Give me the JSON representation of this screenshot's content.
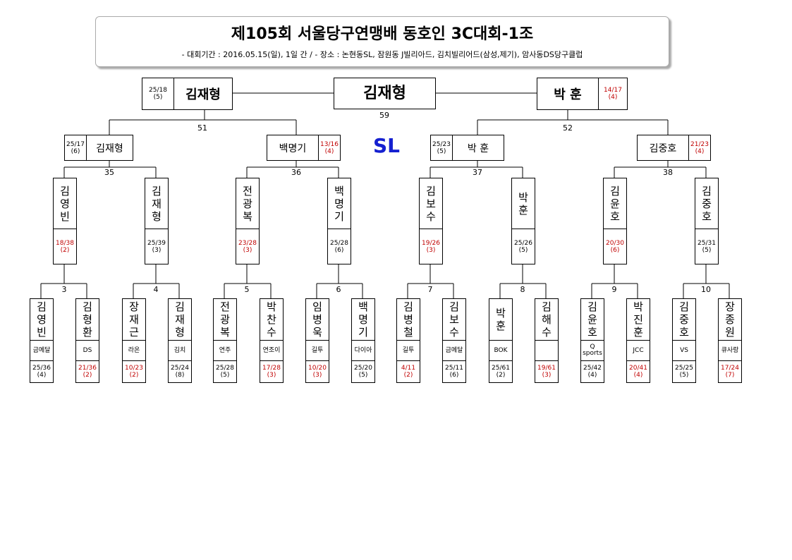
{
  "header": {
    "title": "제105회 서울당구연맹배 동호인 3C대회-1조",
    "subtitle": "- 대회기간 : 2016.05.15(일), 1일 간 / - 장소 : 논현동SL, 잠원동 J빌리아드, 김치빌리어드(삼성,제기), 암사동DS당구클럽"
  },
  "venue_label": "SL",
  "champion": {
    "name": "김재형",
    "match": "59"
  },
  "final": [
    {
      "name": "김재형",
      "score": "25/18",
      "inn": "(5)",
      "win": true
    },
    {
      "name": "박 훈",
      "score": "14/17",
      "inn": "(4)",
      "win": false
    }
  ],
  "semis": [
    {
      "match": "51",
      "players": [
        {
          "name": "김재형",
          "score": "25/17",
          "inn": "(6)",
          "win": true
        },
        {
          "name": "백명기",
          "score": "13/16",
          "inn": "(4)",
          "win": false
        }
      ]
    },
    {
      "match": "52",
      "players": [
        {
          "name": "박 훈",
          "score": "25/23",
          "inn": "(5)",
          "win": true
        },
        {
          "name": "김중호",
          "score": "21/23",
          "inn": "(4)",
          "win": false
        }
      ]
    }
  ],
  "quarters": [
    {
      "match": "35",
      "players": [
        {
          "name": "김영빈",
          "score": "18/38",
          "inn": "(2)",
          "win": false
        },
        {
          "name": "김재형",
          "score": "25/39",
          "inn": "(3)",
          "win": true
        }
      ]
    },
    {
      "match": "36",
      "players": [
        {
          "name": "전광복",
          "score": "23/28",
          "inn": "(3)",
          "win": false
        },
        {
          "name": "백명기",
          "score": "25/28",
          "inn": "(6)",
          "win": true
        }
      ]
    },
    {
      "match": "37",
      "players": [
        {
          "name": "김보수",
          "score": "19/26",
          "inn": "(3)",
          "win": false
        },
        {
          "name": "박 훈",
          "score": "25/26",
          "inn": "(5)",
          "win": true
        }
      ]
    },
    {
      "match": "38",
      "players": [
        {
          "name": "김윤호",
          "score": "20/30",
          "inn": "(6)",
          "win": false
        },
        {
          "name": "김중호",
          "score": "25/31",
          "inn": "(5)",
          "win": true
        }
      ]
    }
  ],
  "round1": [
    {
      "match": "3",
      "players": [
        {
          "name": "김영빈",
          "club": "금메달",
          "score": "25/36",
          "inn": "(4)",
          "win": true
        },
        {
          "name": "김형환",
          "club": "DS",
          "score": "21/36",
          "inn": "(2)",
          "win": false
        }
      ]
    },
    {
      "match": "4",
      "players": [
        {
          "name": "장재근",
          "club": "라온",
          "score": "10/23",
          "inn": "(2)",
          "win": false
        },
        {
          "name": "김재형",
          "club": "김치",
          "score": "25/24",
          "inn": "(8)",
          "win": true
        }
      ]
    },
    {
      "match": "5",
      "players": [
        {
          "name": "전광복",
          "club": "연주",
          "score": "25/28",
          "inn": "(5)",
          "win": true
        },
        {
          "name": "박찬수",
          "club": "연조이",
          "score": "17/28",
          "inn": "(3)",
          "win": false
        }
      ]
    },
    {
      "match": "6",
      "players": [
        {
          "name": "임병욱",
          "club": "길투",
          "score": "10/20",
          "inn": "(3)",
          "win": false
        },
        {
          "name": "백명기",
          "club": "다이아",
          "score": "25/20",
          "inn": "(5)",
          "win": true
        }
      ]
    },
    {
      "match": "7",
      "players": [
        {
          "name": "김병철",
          "club": "길투",
          "score": "4/11",
          "inn": "(2)",
          "win": false
        },
        {
          "name": "김보수",
          "club": "금메달",
          "score": "25/11",
          "inn": "(6)",
          "win": true
        }
      ]
    },
    {
      "match": "8",
      "players": [
        {
          "name": "박 훈",
          "club": "BOK",
          "score": "25/61",
          "inn": "(2)",
          "win": true
        },
        {
          "name": "김해수",
          "club": "",
          "score": "19/61",
          "inn": "(3)",
          "win": false
        }
      ]
    },
    {
      "match": "9",
      "players": [
        {
          "name": "김윤호",
          "club": "Q sports",
          "score": "25/42",
          "inn": "(4)",
          "win": true
        },
        {
          "name": "박진훈",
          "club": "JCC",
          "score": "20/41",
          "inn": "(4)",
          "win": false
        }
      ]
    },
    {
      "match": "10",
      "players": [
        {
          "name": "김중호",
          "club": "VS",
          "score": "25/25",
          "inn": "(5)",
          "win": true
        },
        {
          "name": "장종원",
          "club": "큐사랑",
          "score": "17/24",
          "inn": "(7)",
          "win": false
        }
      ]
    }
  ],
  "colors": {
    "loser_score": "#c00000",
    "venue": "#1520d0"
  }
}
